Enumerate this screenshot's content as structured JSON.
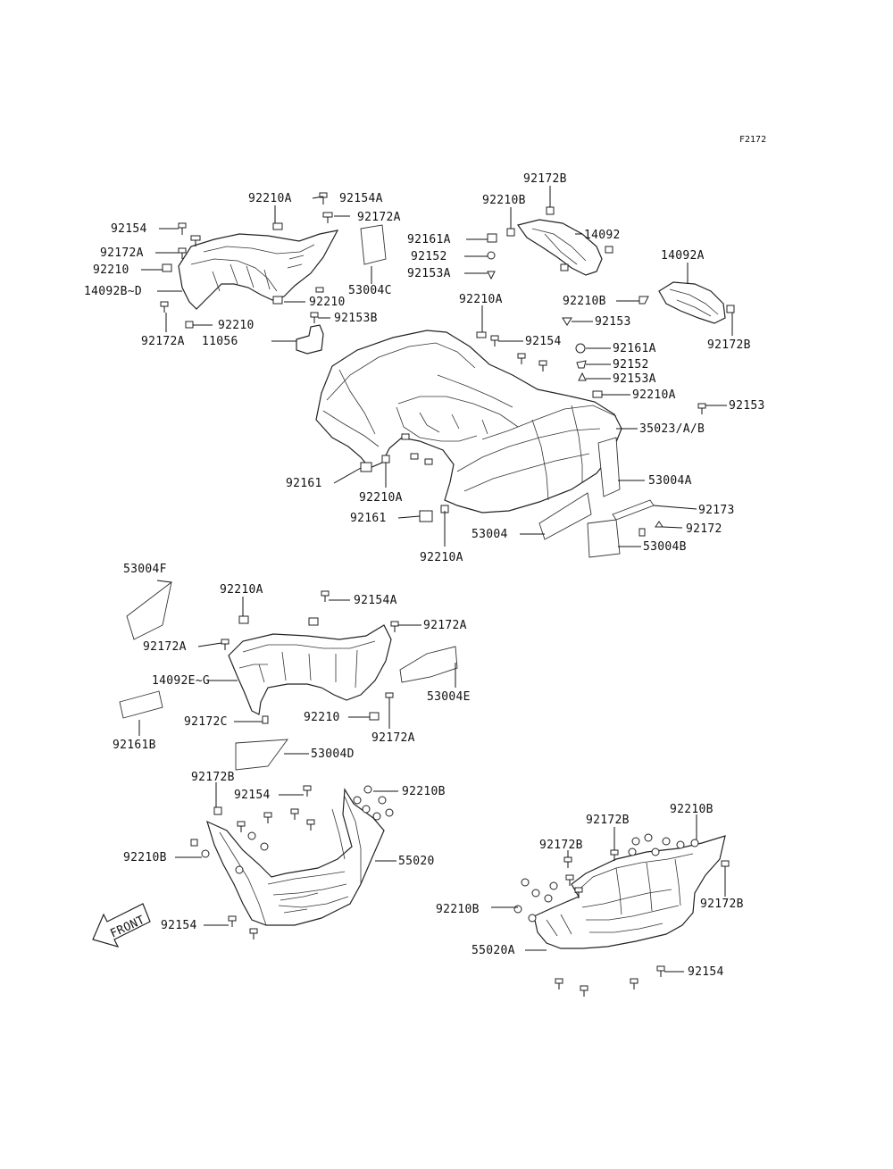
{
  "figure_id": "F2172",
  "front_label": "FRONT",
  "labels": {
    "92210A_1": "92210A",
    "92154A_1": "92154A",
    "92154_1": "92154",
    "92172A_1": "92172A",
    "92172A_2": "92172A",
    "92210_1": "92210",
    "14092BD": "14092B~D",
    "53004C": "53004C",
    "92210_2": "92210",
    "92172A_3": "92172A",
    "92210_3": "92210",
    "92153B": "92153B",
    "11056": "11056",
    "92172B_1": "92172B",
    "92210B_1": "92210B",
    "14092": "14092",
    "92161A_1": "92161A",
    "92152_1": "92152",
    "92153A_1": "92153A",
    "14092A": "14092A",
    "92210A_2": "92210A",
    "92210B_2": "92210B",
    "92153_1": "92153",
    "92172B_2": "92172B",
    "92154_2": "92154",
    "92161A_2": "92161A",
    "92152_2": "92152",
    "92153A_2": "92153A",
    "92210A_3": "92210A",
    "92153_2": "92153",
    "35023AB": "35023/A/B",
    "53004A": "53004A",
    "92161_1": "92161",
    "92210A_4": "92210A",
    "92161_2": "92161",
    "92173": "92173",
    "53004": "53004",
    "92172": "92172",
    "53004B": "53004B",
    "92210A_5": "92210A",
    "53004F": "53004F",
    "92210A_6": "92210A",
    "92154A_2": "92154A",
    "92172A_4": "92172A",
    "92172A_5": "92172A",
    "14092EG": "14092E~G",
    "53004E": "53004E",
    "92172C": "92172C",
    "92210_4": "92210",
    "92172A_6": "92172A",
    "92161B": "92161B",
    "53004D": "53004D",
    "92172B_3": "92172B",
    "92154_3": "92154",
    "92210B_3": "92210B",
    "55020": "55020",
    "92210B_4": "92210B",
    "92154_4": "92154",
    "92172B_4": "92172B",
    "92210B_5": "92210B",
    "92172B_5": "92172B",
    "92172B_6": "92172B",
    "92210B_6": "92210B",
    "55020A": "55020A",
    "92154_5": "92154"
  }
}
